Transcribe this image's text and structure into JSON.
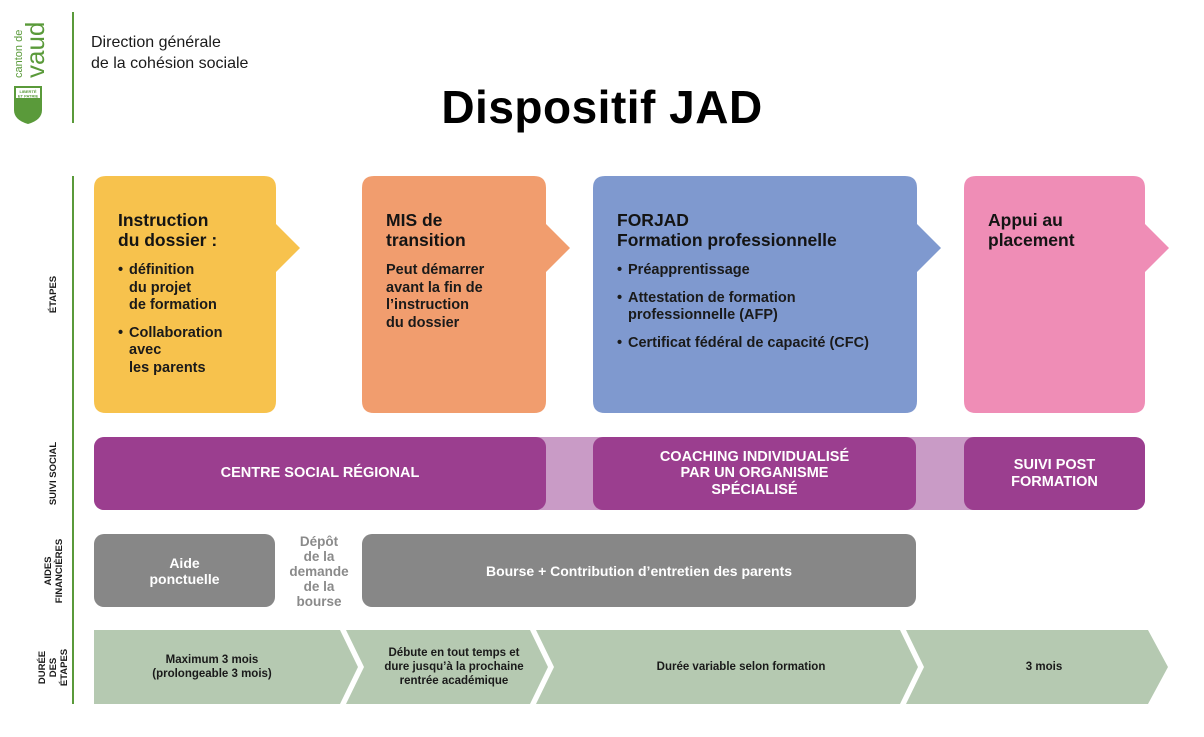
{
  "logo": {
    "line1": "canton de",
    "line2": "vaud",
    "seal_top": "LIBERTÉ",
    "seal_bottom": "ET PATRIE"
  },
  "header": {
    "org_line1": "Direction générale",
    "org_line2": "de la cohésion sociale",
    "title": "Dispositif JAD"
  },
  "row_labels": {
    "etapes": "ÉTAPES",
    "suivi_social": "SUIVI SOCIAL",
    "aides_line1": "AIDES",
    "aides_line2": "FINANCIÈRES",
    "duree_line1": "DURÉE",
    "duree_line2": "DES",
    "duree_line3": "ÉTAPES"
  },
  "colors": {
    "step1": "#f7c24d",
    "step2": "#f19d6e",
    "step3": "#7f99cf",
    "step4": "#ef8db6",
    "social_dark": "#9b3e8f",
    "social_light": "#c99bc6",
    "aid": "#878787",
    "duration": "#b5c9b1",
    "rule": "#5a9a3a"
  },
  "steps": {
    "step1": {
      "title_line1": "Instruction",
      "title_line2": "du dossier :",
      "bullets": [
        "définition du projet de formation",
        "Collaboration avec les parents"
      ],
      "b1_l1": "définition",
      "b1_l2": "du projet",
      "b1_l3": "de formation",
      "b2_l1": "Collaboration",
      "b2_l2": "avec",
      "b2_l3": "les parents"
    },
    "step2": {
      "title_line1": "MIS de",
      "title_line2": "transition",
      "d_l1": "Peut démarrer",
      "d_l2": "avant la fin de",
      "d_l3": "l’instruction",
      "d_l4": "du dossier"
    },
    "step3": {
      "title_line1": "FORJAD",
      "title_line2": "Formation professionnelle",
      "b1": "Préapprentissage",
      "b2_l1": "Attestation de formation",
      "b2_l2": "professionnelle (AFP)",
      "b3": "Certificat fédéral de capacité (CFC)"
    },
    "step4": {
      "title_line1": "Appui au",
      "title_line2": "placement"
    }
  },
  "social": {
    "regional": "CENTRE SOCIAL RÉGIONAL",
    "coaching_l1": "COACHING INDIVIDUALISÉ",
    "coaching_l2": "PAR UN ORGANISME",
    "coaching_l3": "SPÉCIALISÉ",
    "post_l1": "SUIVI POST",
    "post_l2": "FORMATION"
  },
  "aid": {
    "ponctuelle_l1": "Aide",
    "ponctuelle_l2": "ponctuelle",
    "depot_l1": "Dépôt",
    "depot_l2": "de la",
    "depot_l3": "demande",
    "depot_l4": "de la",
    "depot_l5": "bourse",
    "bourse": "Bourse + Contribution d’entretien des parents"
  },
  "duration": {
    "d1_l1": "Maximum 3 mois",
    "d1_l2": "(prolongeable 3 mois)",
    "d2_l1": "Débute en tout temps et",
    "d2_l2": "dure jusqu’à la prochaine",
    "d2_l3": "rentrée académique",
    "d3": "Durée variable selon formation",
    "d4": "3 mois"
  }
}
